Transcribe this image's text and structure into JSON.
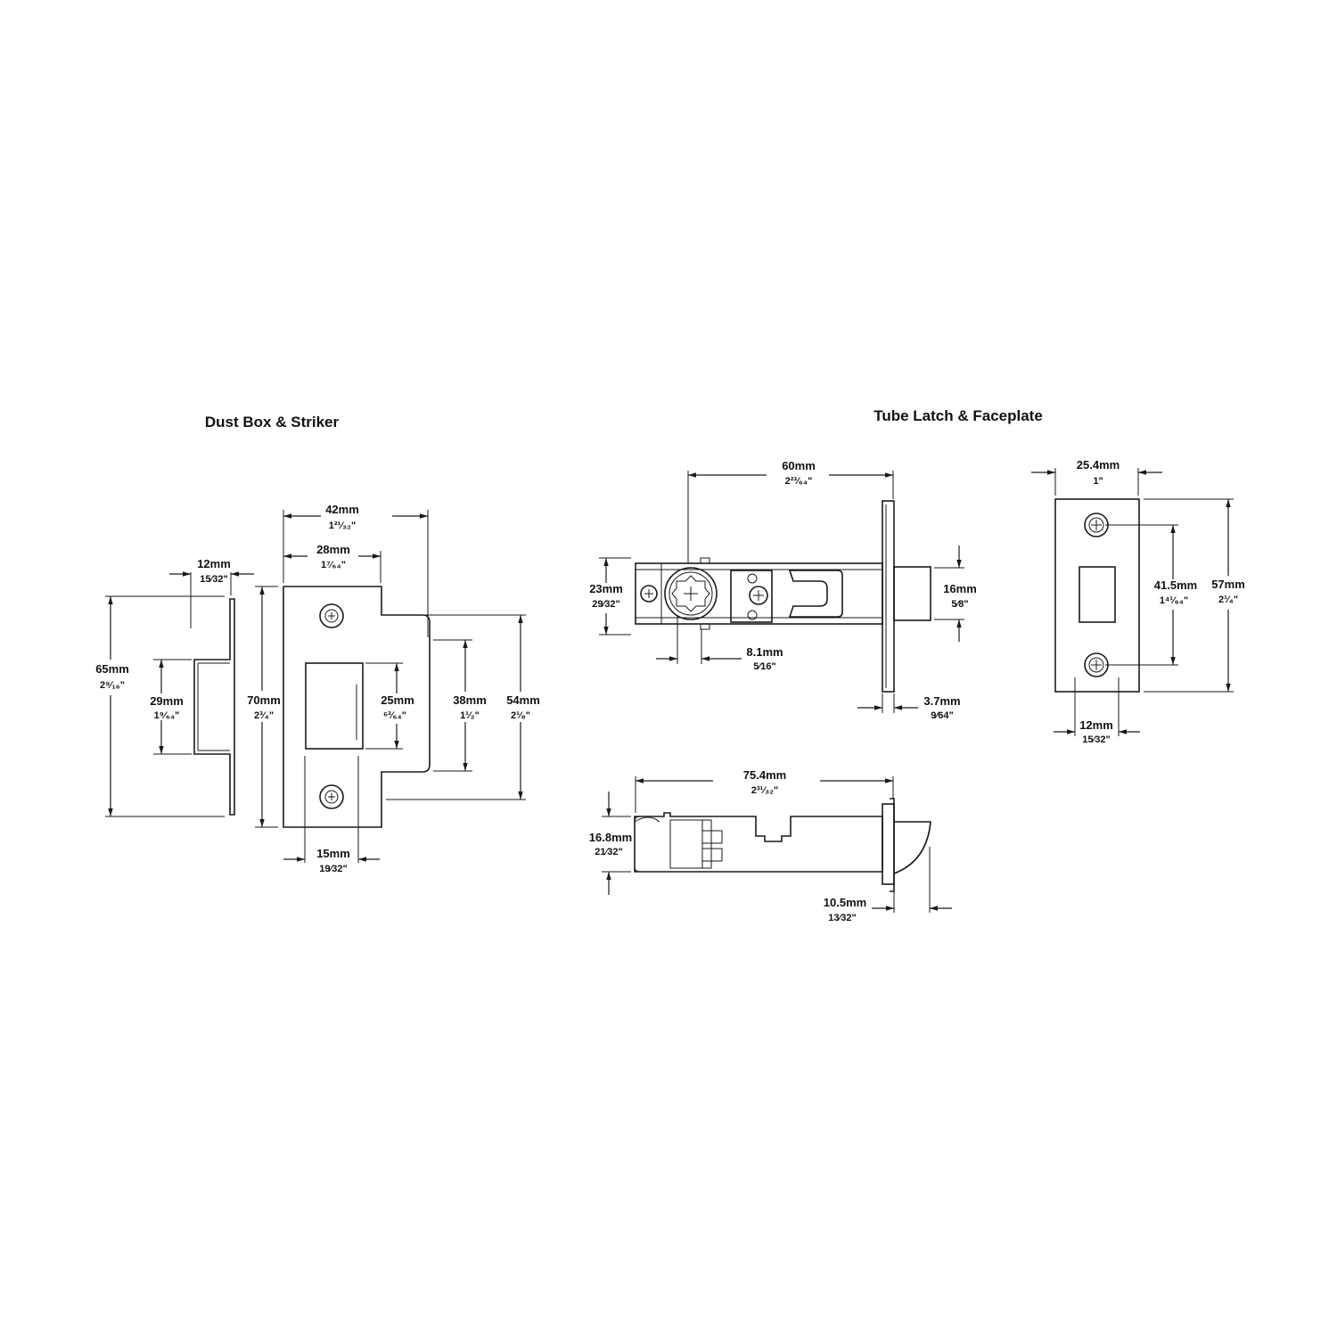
{
  "titles": {
    "dust_box": "Dust Box & Striker",
    "tube_latch": "Tube Latch & Faceplate"
  },
  "dims": {
    "d12a": {
      "mm": "12mm",
      "in": "15⁄32\""
    },
    "d65": {
      "mm": "65mm",
      "in": "2⁹⁄₁₆\""
    },
    "d29": {
      "mm": "29mm",
      "in": "1⁹⁄₆₄\""
    },
    "d42": {
      "mm": "42mm",
      "in": "1²¹⁄₃₂\""
    },
    "d28": {
      "mm": "28mm",
      "in": "1⁷⁄₆₄\""
    },
    "d70": {
      "mm": "70mm",
      "in": "2³⁄₄\""
    },
    "d25": {
      "mm": "25mm",
      "in": "⁶³⁄₆₄\""
    },
    "d38": {
      "mm": "38mm",
      "in": "1¹⁄₂\""
    },
    "d54": {
      "mm": "54mm",
      "in": "2¹⁄₈\""
    },
    "d15": {
      "mm": "15mm",
      "in": "19⁄32\""
    },
    "d60": {
      "mm": "60mm",
      "in": "2²³⁄₆₄\""
    },
    "d23": {
      "mm": "23mm",
      "in": "29⁄32\""
    },
    "d16": {
      "mm": "16mm",
      "in": "5⁄8\""
    },
    "d81": {
      "mm": "8.1mm",
      "in": "5⁄16\""
    },
    "d37": {
      "mm": "3.7mm",
      "in": "9⁄64\""
    },
    "d254": {
      "mm": "25.4mm",
      "in": "1\""
    },
    "d415": {
      "mm": "41.5mm",
      "in": "1⁴¹⁄₆₄\""
    },
    "d57": {
      "mm": "57mm",
      "in": "2¹⁄₄\""
    },
    "d12b": {
      "mm": "12mm",
      "in": "15⁄32\""
    },
    "d754": {
      "mm": "75.4mm",
      "in": "2³¹⁄₃₂\""
    },
    "d168": {
      "mm": "16.8mm",
      "in": "21⁄32\""
    },
    "d105": {
      "mm": "10.5mm",
      "in": "13⁄32\""
    }
  }
}
